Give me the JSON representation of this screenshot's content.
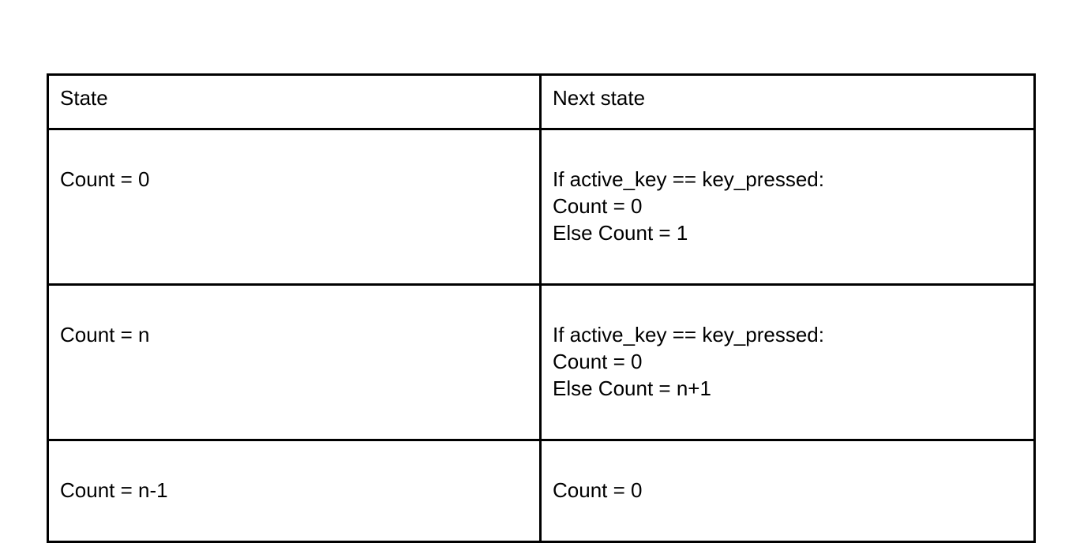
{
  "table": {
    "columns": [
      {
        "key": "state",
        "label": "State"
      },
      {
        "key": "next_state",
        "label": "Next state"
      }
    ],
    "rows": [
      {
        "state": "Count = 0",
        "next_state": "If active_key == key_pressed:\nCount = 0\nElse Count = 1"
      },
      {
        "state": "Count = n",
        "next_state": "If active_key == key_pressed:\nCount = 0\nElse Count = n+1"
      },
      {
        "state": "Count = n-1",
        "next_state": "Count = 0"
      }
    ]
  },
  "colors": {
    "border": "#000000",
    "text": "#000000",
    "background": "#ffffff"
  }
}
